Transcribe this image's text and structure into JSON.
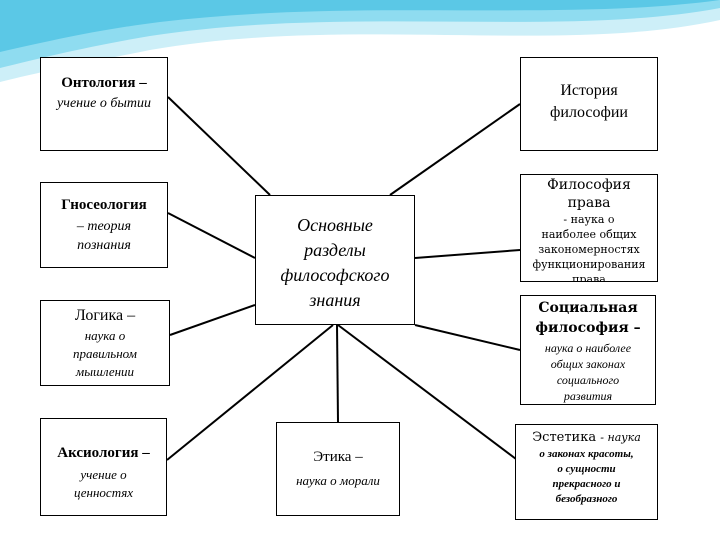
{
  "boxes": {
    "ontology": {
      "title": "Онтология –",
      "desc": "учение о бытии"
    },
    "history": {
      "title": "История философии"
    },
    "gnoseology": {
      "title": "Гносеология",
      "desc": "– теория познания"
    },
    "center": {
      "title": "Основные разделы философского знания"
    },
    "law": {
      "title": "Философия права",
      "desc_inline": "- наука о",
      "desc": "наиболее общих закономерностях функционирования права"
    },
    "logic": {
      "title": "Логика –",
      "desc": "наука о правильном мышлении"
    },
    "social": {
      "title": "Социальная философия –",
      "desc": "наука о наиболее общих законах социального развития"
    },
    "axiology": {
      "title": "Аксиология –",
      "desc": "учение о ценностях"
    },
    "ethics": {
      "title": "Этика –",
      "desc": "наука о морали"
    },
    "aesthetics": {
      "title": "Эстетика",
      "desc_inline": "- наука",
      "desc": "о законах красоты, о сущности прекрасного и безобразного"
    }
  },
  "colors": {
    "wave": "#5bc8e6",
    "wave_light": "#cdeff8",
    "border": "#000000"
  }
}
